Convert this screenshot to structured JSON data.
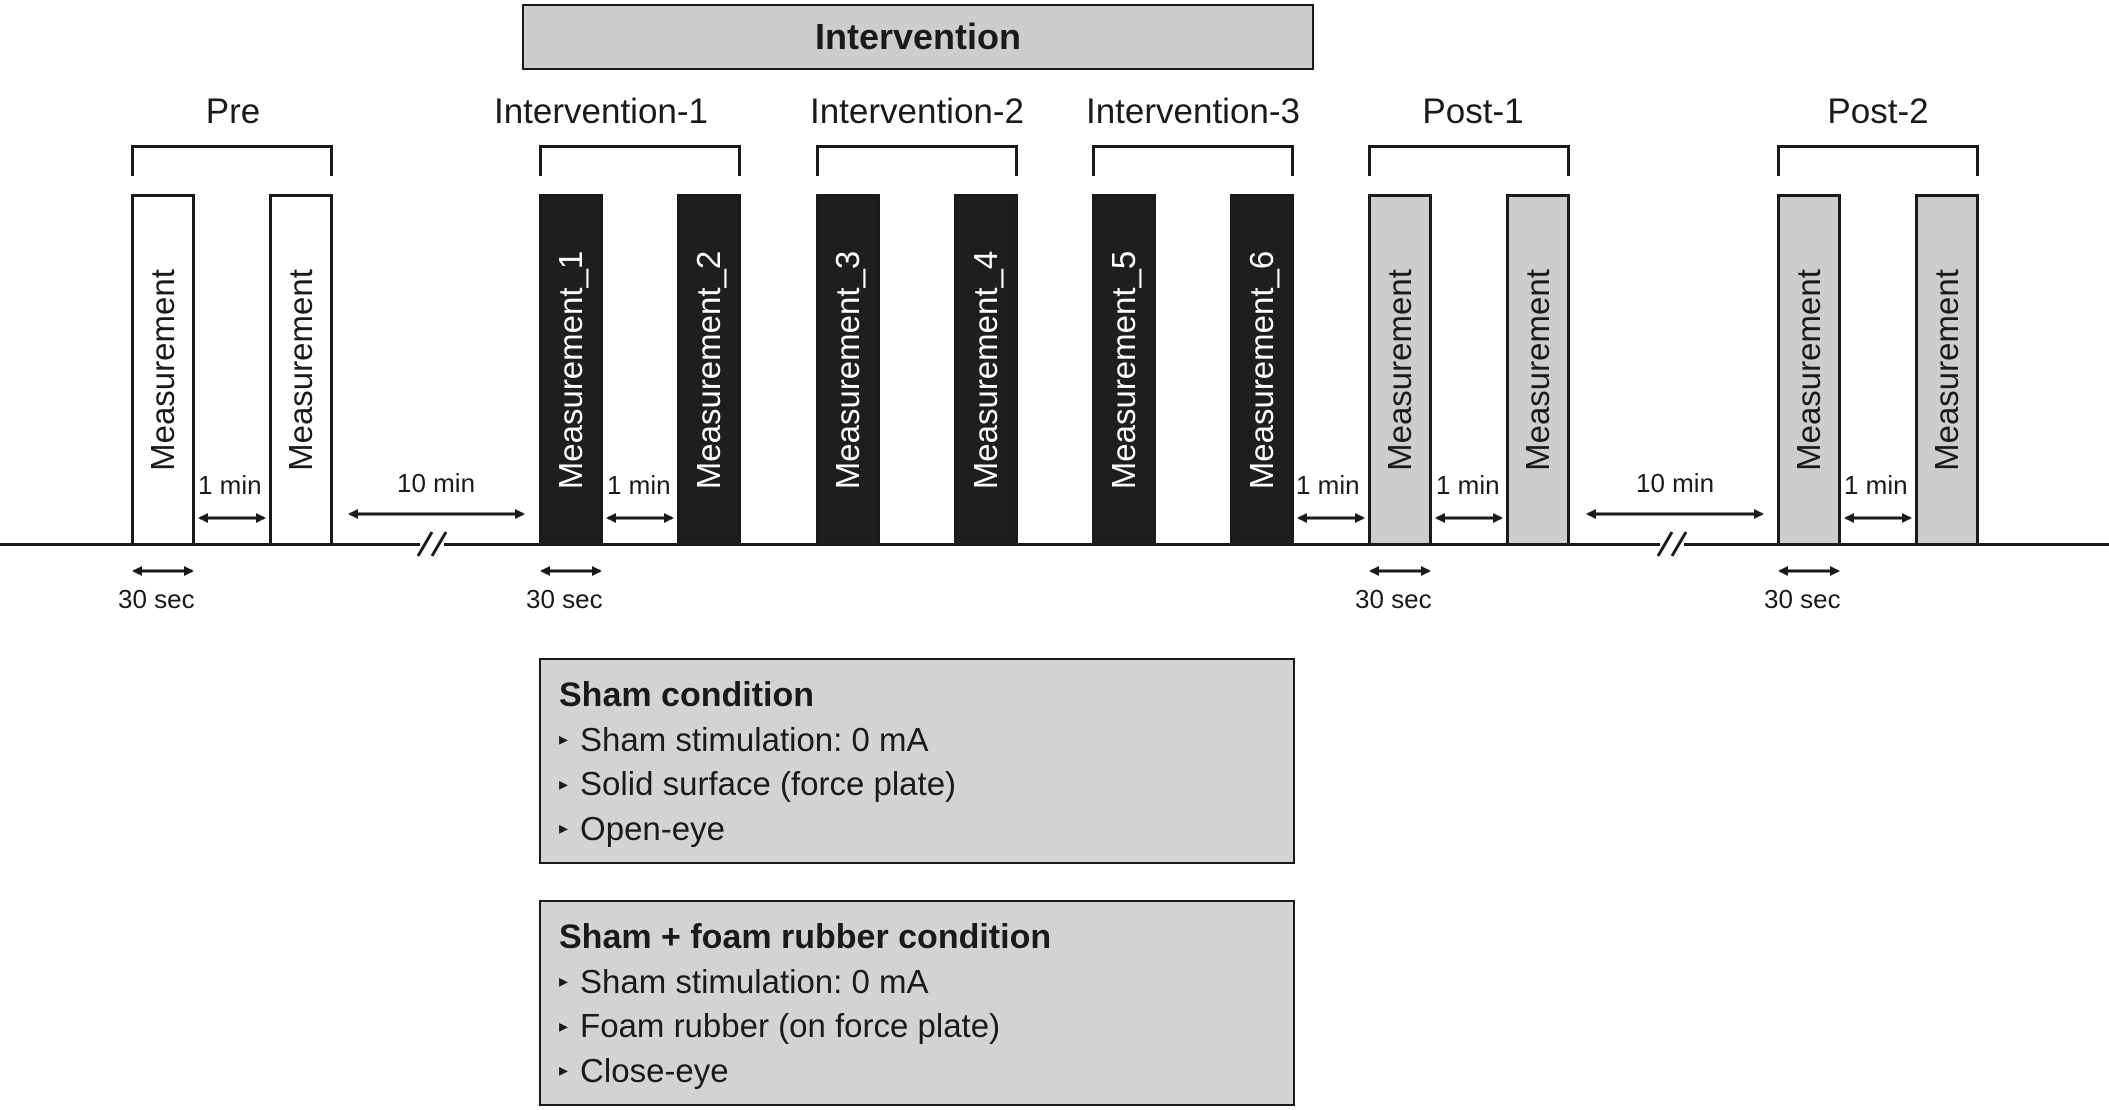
{
  "banner": "Intervention",
  "phases": [
    {
      "label": "Pre"
    },
    {
      "label": "Intervention-1"
    },
    {
      "label": "Intervention-2"
    },
    {
      "label": "Intervention-3"
    },
    {
      "label": "Post-1"
    },
    {
      "label": "Post-2"
    }
  ],
  "bars": [
    {
      "label": "Measurement",
      "fill": "white"
    },
    {
      "label": "Measurement",
      "fill": "white"
    },
    {
      "label": "Measurement_1",
      "fill": "black"
    },
    {
      "label": "Measurement_2",
      "fill": "black"
    },
    {
      "label": "Measurement_3",
      "fill": "black"
    },
    {
      "label": "Measurement_4",
      "fill": "black"
    },
    {
      "label": "Measurement_5",
      "fill": "black"
    },
    {
      "label": "Measurement_6",
      "fill": "black"
    },
    {
      "label": "Measurement",
      "fill": "grey"
    },
    {
      "label": "Measurement",
      "fill": "grey"
    },
    {
      "label": "Measurement",
      "fill": "grey"
    },
    {
      "label": "Measurement",
      "fill": "grey"
    }
  ],
  "durations": {
    "one_min": "1 min",
    "ten_min": "10 min",
    "thirty_sec": "30 sec"
  },
  "conditions": [
    {
      "title": "Sham condition",
      "items": [
        "Sham stimulation: 0 mA",
        "Solid surface (force plate)",
        "Open-eye"
      ]
    },
    {
      "title": "Sham + foam rubber condition",
      "items": [
        "Sham stimulation: 0 mA",
        "Foam rubber (on force plate)",
        "Close-eye"
      ]
    }
  ],
  "colors": {
    "line": "#1a1a1a",
    "grey_fill": "#cdcdcd",
    "black_fill": "#1e1e1e"
  }
}
